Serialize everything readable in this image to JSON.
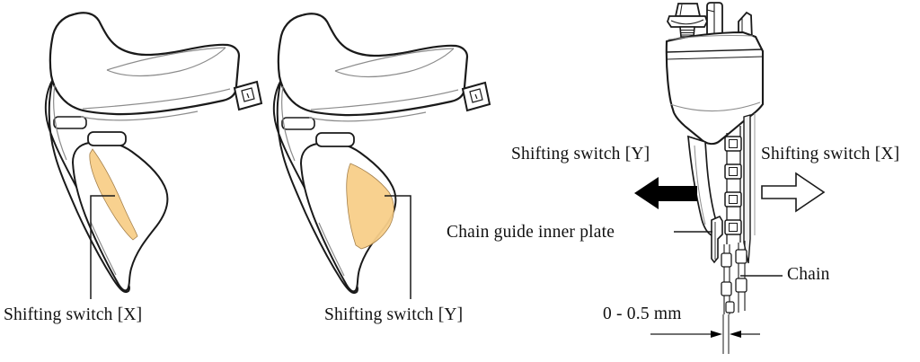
{
  "figure": {
    "title": "Front derailleur shifting switch assignment diagram",
    "background": "#ffffff",
    "highlight_color": "#F8CF8A",
    "line_color": "#1a1a1a"
  },
  "panels": {
    "left_lever": {
      "description": "dual-control-lever-with-switch-x-highlighted",
      "label": "Shifting switch [X]"
    },
    "middle_lever": {
      "description": "dual-control-lever-with-switch-y-highlighted",
      "label": "Shifting switch [Y]"
    },
    "derailleur": {
      "description": "front-derailleur-front-view-with-chain",
      "label_switch_y": "Shifting switch [Y]",
      "label_switch_x": "Shifting switch [X]",
      "label_inner_plate": "Chain guide inner plate",
      "label_chain": "Chain",
      "clearance_dimension": "0 - 0.5 mm",
      "arrow_y_direction": "left",
      "arrow_y_style": "solid-black",
      "arrow_x_direction": "right",
      "arrow_x_style": "outline"
    }
  }
}
